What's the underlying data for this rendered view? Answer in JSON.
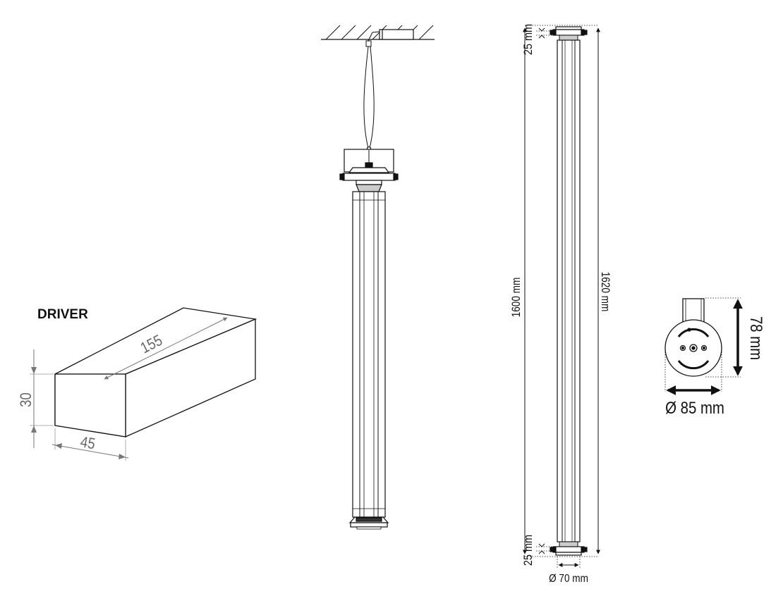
{
  "driver": {
    "title": "DRIVER",
    "length": "155",
    "height": "30",
    "width": "45"
  },
  "profile": {
    "length_inner": "1600 mm",
    "length_total": "1620 mm",
    "cap_top": "25 mm",
    "cap_bottom": "25 mm",
    "tube_diameter": "Ø 70 mm"
  },
  "end_view": {
    "height": "78 mm",
    "diameter": "Ø 85 mm"
  },
  "colors": {
    "line": "#111111",
    "dimension_gray": "#666666"
  }
}
